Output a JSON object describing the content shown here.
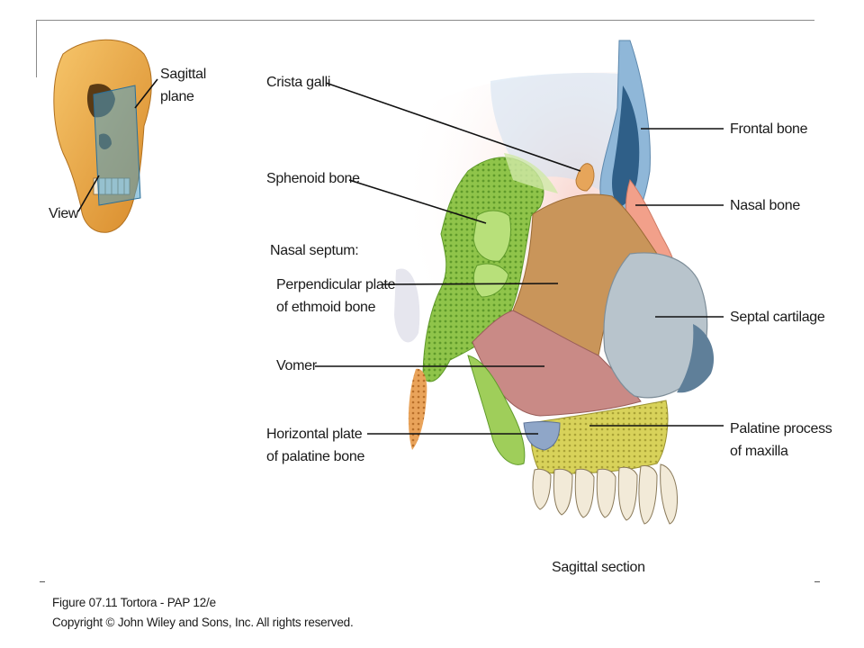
{
  "labels": {
    "crista_galli": "Crista galli",
    "sphenoid_bone": "Sphenoid bone",
    "nasal_septum": "Nasal septum:",
    "perp_line1": "Perpendicular plate",
    "perp_line2": "of ethmoid bone",
    "vomer": "Vomer",
    "horiz_line1": "Horizontal plate",
    "horiz_line2": "of palatine bone",
    "frontal_bone": "Frontal bone",
    "nasal_bone": "Nasal bone",
    "septal_cartilage": "Septal cartilage",
    "palatine_line1": "Palatine process",
    "palatine_line2": "of maxilla",
    "sagittal_plane_line1": "Sagittal",
    "sagittal_plane_line2": "plane",
    "view": "View",
    "sagittal_section": "Sagittal section"
  },
  "caption": {
    "line1": "Figure 07.11  Tortora - PAP 12/e",
    "line2": "Copyright © John Wiley and Sons, Inc. All rights reserved."
  },
  "colors": {
    "frontal_bone": "#8fb7d8",
    "nasal_bone": "#f2a08a",
    "ethmoid_perpendicular_plate": "#c9955a",
    "sphenoid_bone": "#9fce5a",
    "vomer": "#c98a86",
    "septal_cartilage": "#b8c4cc",
    "palatine_process_maxilla": "#d8d25a",
    "horizontal_plate_palatine": "#8fa6c8",
    "skull": "#e8a848",
    "teeth": "#f2ead8"
  }
}
